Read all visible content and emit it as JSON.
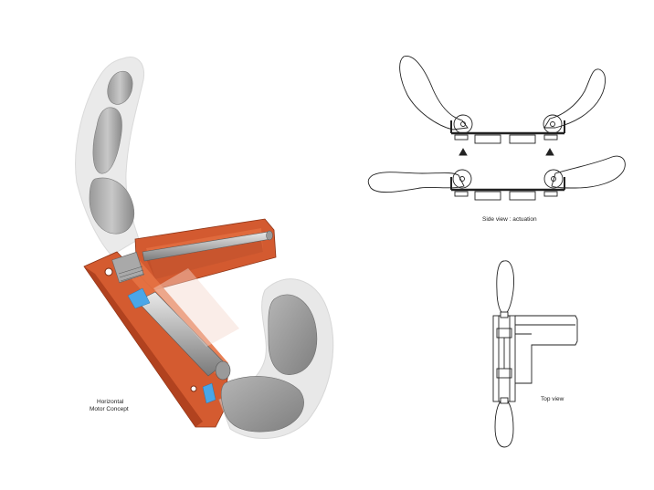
{
  "labels": {
    "concept_line1": "Horizontal",
    "concept_line2": "Motor Concept",
    "side_view": "Side view : actuation",
    "top_view": "Top view"
  },
  "colors": {
    "frame_orange": "#d0552e",
    "frame_dark": "#a83c1c",
    "finger_gray": "#b9b9b9",
    "finger_dark": "#8d8d8d",
    "motor_blue": "#4aa6e8",
    "line_dark": "#222222"
  }
}
